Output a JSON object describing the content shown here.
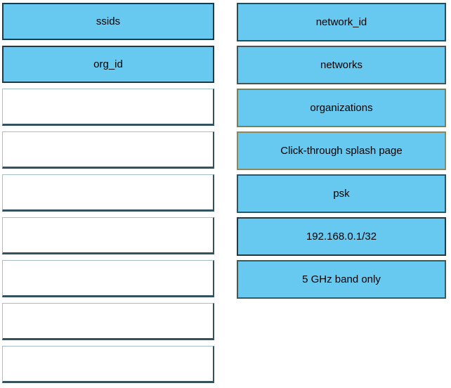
{
  "colors": {
    "page_bg": "#ffffff",
    "box_fill": "#67c9ef",
    "filled_border": "#1c3b4a",
    "empty_border_light": "#a5bfca",
    "empty_border_dark": "#33525f",
    "text": "#000000"
  },
  "left_column": {
    "items": [
      {
        "label": "ssids",
        "state": "filled"
      },
      {
        "label": "org_id",
        "state": "filled"
      },
      {
        "label": "",
        "state": "empty"
      },
      {
        "label": "",
        "state": "empty"
      },
      {
        "label": "",
        "state": "empty"
      },
      {
        "label": "",
        "state": "empty"
      },
      {
        "label": "",
        "state": "empty"
      },
      {
        "label": "",
        "state": "empty"
      },
      {
        "label": "",
        "state": "empty"
      }
    ]
  },
  "right_column": {
    "items": [
      {
        "label": "network_id",
        "border": "#2c4a50"
      },
      {
        "label": "networks",
        "border": "#40565a"
      },
      {
        "label": "organizations",
        "border": "#7f7e55"
      },
      {
        "label": "Click-through splash page",
        "border": "#8a8960"
      },
      {
        "label": "psk",
        "border": "#33525f"
      },
      {
        "label": "192.168.0.1/32",
        "border": "#1d3a45"
      },
      {
        "label": "5 GHz band only",
        "border": "#46584e"
      }
    ]
  }
}
